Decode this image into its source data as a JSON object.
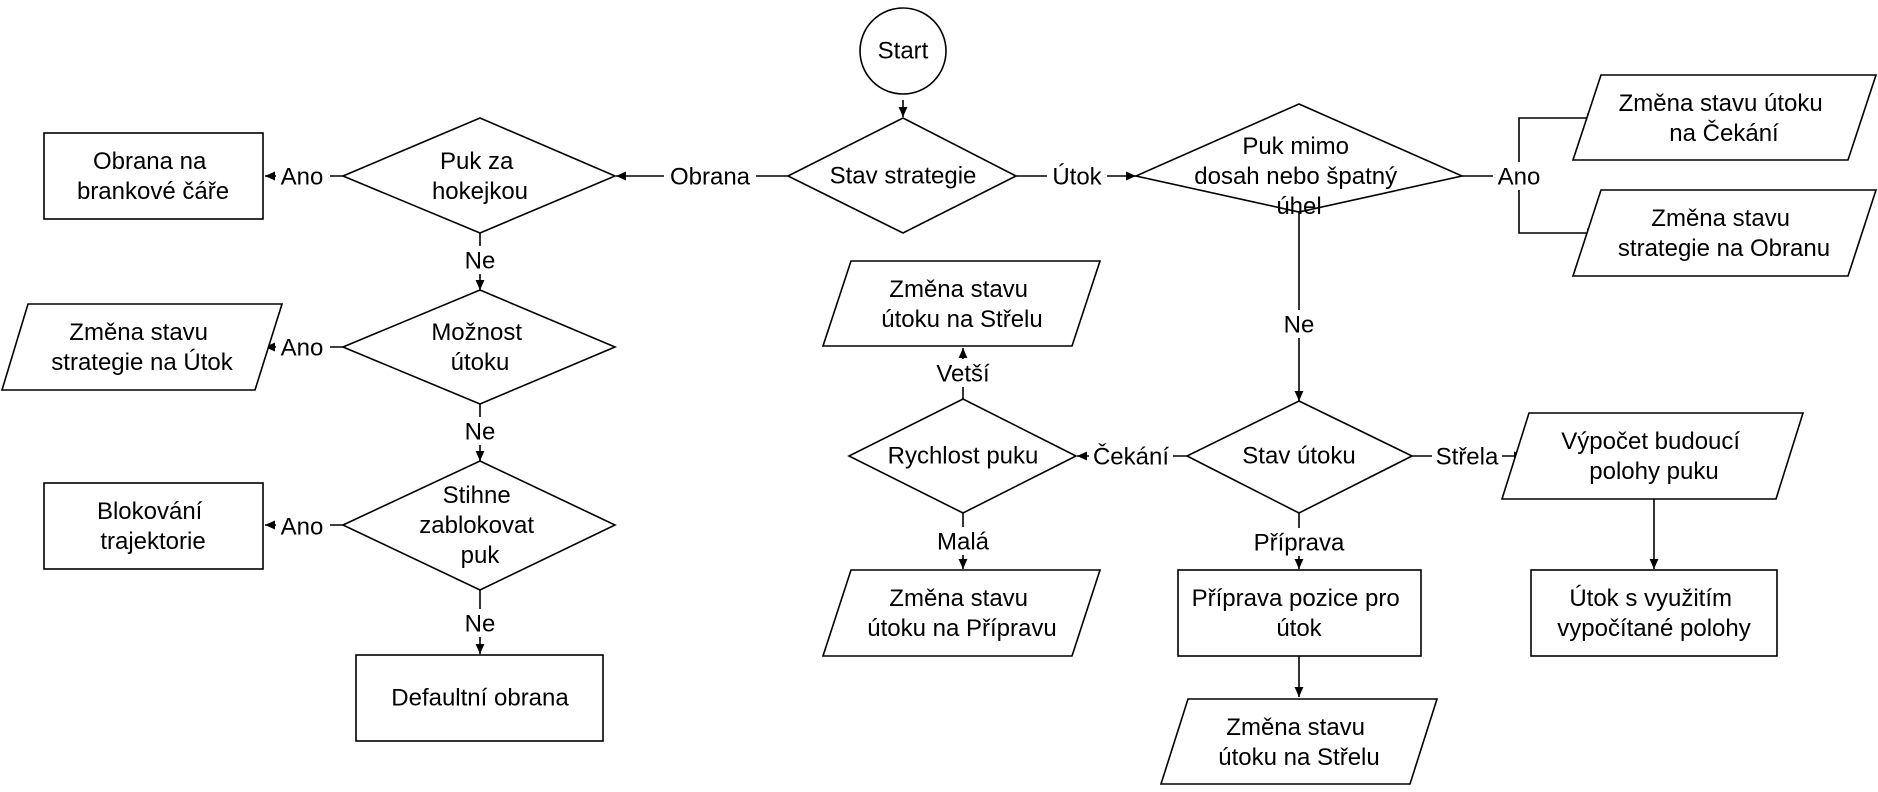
{
  "nodes": {
    "start": "Start",
    "stav_strategie": "Stav strategie",
    "puk_za_hokejkou": [
      "Puk za",
      "hokejkou"
    ],
    "obrana_brankove": [
      "Obrana na",
      "brankové čáře"
    ],
    "moznost_utoku": [
      "Možnost",
      "útoku"
    ],
    "zmena_strategie_utok": [
      "Změna stavu",
      "strategie na Útok"
    ],
    "stihne_zablokovat": [
      "Stihne",
      "zablokovat",
      "puk"
    ],
    "blokovani_trajektorie": [
      "Blokování",
      "trajektorie"
    ],
    "defaultni_obrana": "Defaultní obrana",
    "puk_mimo_dosah": [
      "Puk mimo",
      "dosah nebo špatný",
      "úhel"
    ],
    "zmena_utoku_cekani": [
      "Změna stavu útoku",
      "na Čekání"
    ],
    "zmena_strategie_obrana": [
      "Změna stavu",
      "strategie na Obranu"
    ],
    "stav_utoku": "Stav útoku",
    "vypocet_budouci": [
      "Výpočet budoucí",
      "polohy puku"
    ],
    "utok_vyuzitim": [
      "Útok s využitím",
      "vypočítané polohy"
    ],
    "priprava_pozice": [
      "Příprava pozice pro",
      "útok"
    ],
    "zmena_utoku_strelu_bottom": [
      "Změna stavu",
      "útoku na Střelu"
    ],
    "rychlost_puku": "Rychlost puku",
    "zmena_utoku_strelu_top": [
      "Změna stavu",
      "útoku na Střelu"
    ],
    "zmena_utoku_pripravu": [
      "Změna stavu",
      "útoku na Přípravu"
    ]
  },
  "edges": {
    "obrana": "Obrana",
    "utok": "Útok",
    "ano_puk_za": "Ano",
    "ne_puk_za": "Ne",
    "ano_moznost": "Ano",
    "ne_moznost": "Ne",
    "ano_stihne": "Ano",
    "ne_stihne": "Ne",
    "ano_puk_mimo": "Ano",
    "ne_puk_mimo": "Ne",
    "strela": "Střela",
    "priprava": "Příprava",
    "cekani": "Čekání",
    "vetsi": "Vetší",
    "mala": "Malá"
  }
}
